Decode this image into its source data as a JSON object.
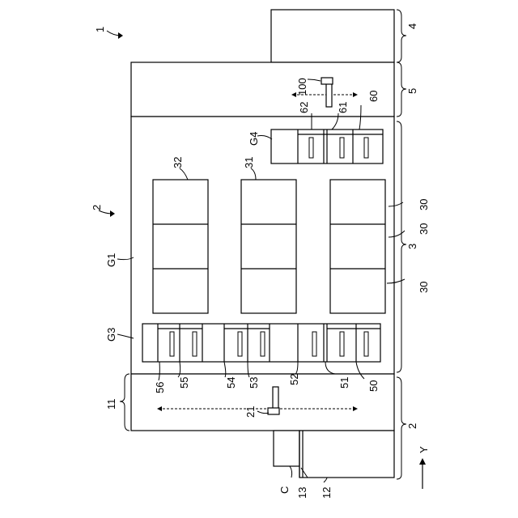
{
  "labels": {
    "apparatus": "1",
    "station_2_top": "2",
    "station_2_side": "2",
    "process_station": "3",
    "exposure": "4",
    "interface": "5",
    "transfer_11": "11",
    "cassette_12": "12",
    "cassette_13": "13",
    "cassette_c": "C",
    "arm_21": "21",
    "block_30a": "30",
    "block_30b": "30",
    "block_30c": "30",
    "block_31": "31",
    "block_32": "32",
    "unit_50": "50",
    "unit_51": "51",
    "unit_52": "52",
    "unit_53": "53",
    "unit_54": "54",
    "unit_55": "55",
    "unit_56": "56",
    "unit_60": "60",
    "unit_61": "61",
    "unit_62": "62",
    "arm_100": "100",
    "group_g1": "G1",
    "group_g3": "G3",
    "group_g4": "G4",
    "axis_y": "Y"
  }
}
